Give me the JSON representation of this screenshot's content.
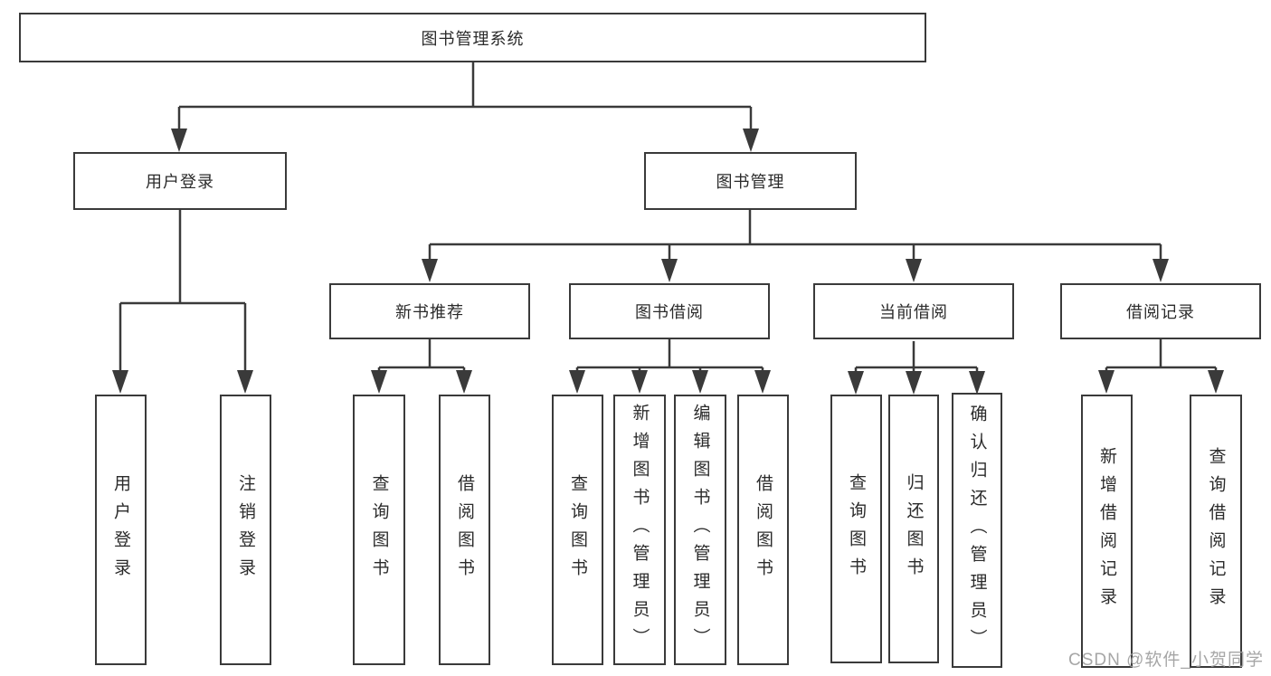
{
  "diagram_title": "图书管理系统",
  "nodes": {
    "root": "图书管理系统",
    "userLogin": "用户登录",
    "bookMgmt": "图书管理",
    "newBooks": "新书推荐",
    "bookBorrow": "图书借阅",
    "currentBorrow": "当前借阅",
    "borrowRecords": "借阅记录",
    "leaves": {
      "userLogin": [
        "用户登录",
        "注销登录"
      ],
      "newBooks": [
        "查询图书",
        "借阅图书"
      ],
      "bookBorrow": [
        "查询图书",
        "新增图书（管理员）",
        "编辑图书（管理员）",
        "借阅图书"
      ],
      "currentBorrow": [
        "查询图书",
        "归还图书",
        "确认归还（管理员）"
      ],
      "borrowRecords": [
        "新增借阅记录",
        "查询借阅记录"
      ]
    }
  },
  "watermark": "CSDN @软件_小贺同学",
  "colors": {
    "line": "#3a3a3a",
    "box_border": "#3a3a3a",
    "text": "#2b2b2b",
    "watermark": "#9e9e9e",
    "background": "#ffffff"
  }
}
